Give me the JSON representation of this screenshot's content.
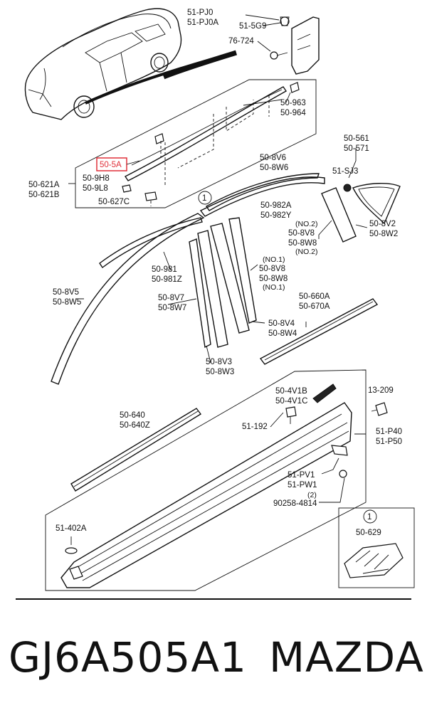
{
  "labels": {
    "l_51pj0": "51-PJ0",
    "l_51pj0a": "51-PJ0A",
    "l_515g9": "51-5G9",
    "l_76724": "76-724",
    "l_50963": "50-963",
    "l_50964": "50-964",
    "l_505a": "50-5A",
    "l_50621a": "50-621A",
    "l_50621b": "50-621B",
    "l_509h8": "50-9H8",
    "l_509l8": "50-9L8",
    "l_50627c": "50-627C",
    "l_50561": "50-561",
    "l_50571": "50-571",
    "l_51sj3": "51-SJ3",
    "l_508v6": "50-8V6",
    "l_508w6": "50-8W6",
    "l_50982a": "50-982A",
    "l_50982y": "50-982Y",
    "l_no2a": "(NO.2)",
    "l_508v8a": "50-8V8",
    "l_508w8a": "50-8W8",
    "l_no2b": "(NO.2)",
    "l_508v2": "50-8V2",
    "l_508w2": "50-8W2",
    "l_no1a": "(NO.1)",
    "l_508v8b": "50-8V8",
    "l_508w8b": "50-8W8",
    "l_no1b": "(NO.1)",
    "l_50981": "50-981",
    "l_50981z": "50-981Z",
    "l_508v5": "50-8V5",
    "l_508w5": "50-8W5",
    "l_508v7": "50-8V7",
    "l_508w7": "50-8W7",
    "l_50660a": "50-660A",
    "l_50670a": "50-670A",
    "l_508v4": "50-8V4",
    "l_508w4": "50-8W4",
    "l_508v3": "50-8V3",
    "l_508w3": "50-8W3",
    "l_504v1b": "50-4V1B",
    "l_504v1c": "50-4V1C",
    "l_13209": "13-209",
    "l_50640": "50-640",
    "l_50640z": "50-640Z",
    "l_51192": "51-192",
    "l_51p40": "51-P40",
    "l_51p50": "51-P50",
    "l_51pv1": "51-PV1",
    "l_51pw1": "51-PW1",
    "l_two": "(2)",
    "l_90258": "90258-4814",
    "l_51402a": "51-402A",
    "l_50629": "50-629",
    "ref1a": "1",
    "ref1b": "1"
  },
  "colors": {
    "highlight": "#e0303a",
    "ink": "#111111"
  },
  "caption": {
    "part_number": "GJ6A505A1",
    "brand": "MAZDA"
  }
}
